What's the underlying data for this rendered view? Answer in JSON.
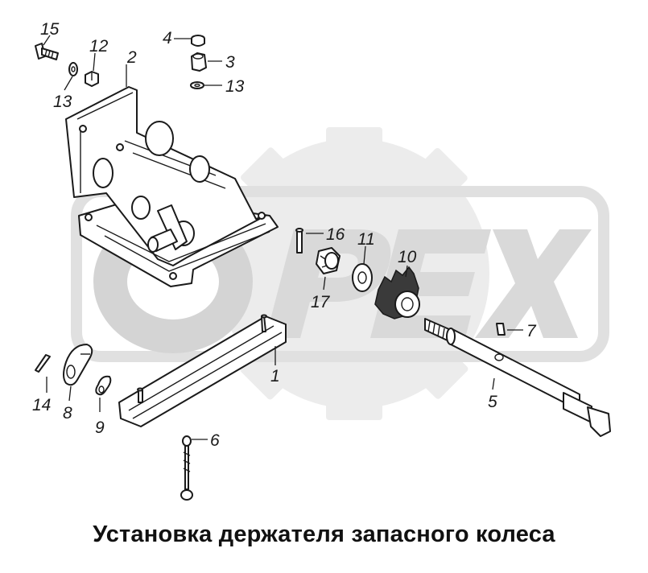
{
  "caption": "Установка держателя запасного колеса",
  "watermark": "OPEX",
  "callouts": [
    "1",
    "2",
    "3",
    "4",
    "5",
    "6",
    "7",
    "8",
    "9",
    "10",
    "11",
    "12",
    "13",
    "13",
    "14",
    "15",
    "16",
    "17"
  ],
  "colors": {
    "line": "#1a1a1a",
    "watermark": "#d9d9d9",
    "background": "#ffffff"
  }
}
